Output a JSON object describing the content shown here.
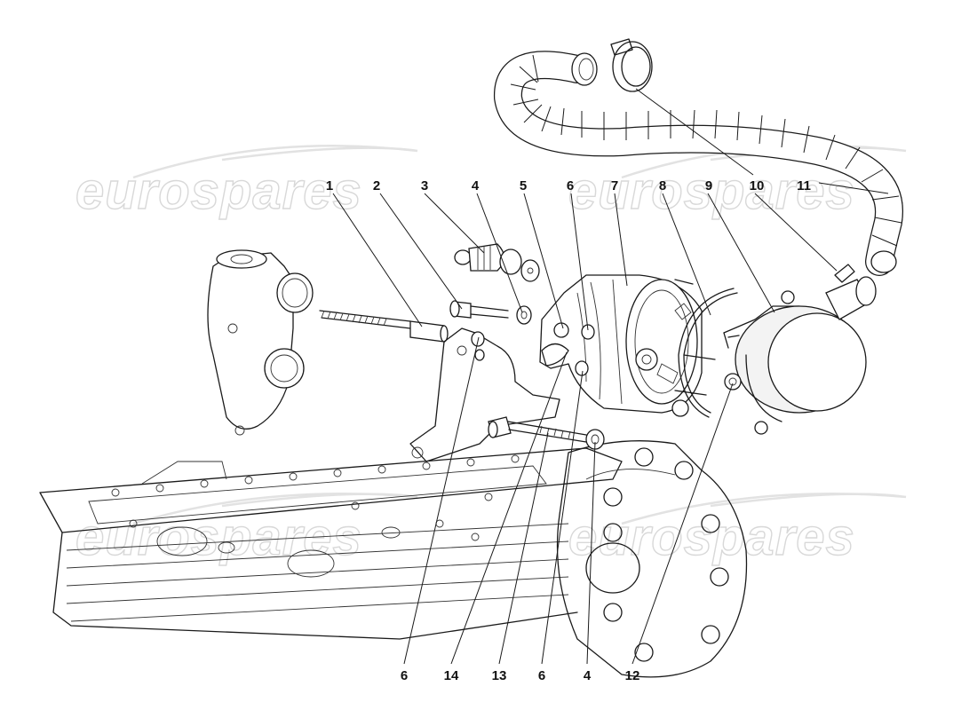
{
  "watermark": {
    "brand": "eurospares"
  },
  "callouts_top": [
    {
      "id": "1",
      "label": "1"
    },
    {
      "id": "2",
      "label": "2"
    },
    {
      "id": "3",
      "label": "3"
    },
    {
      "id": "4",
      "label": "4"
    },
    {
      "id": "5",
      "label": "5"
    },
    {
      "id": "6",
      "label": "6"
    },
    {
      "id": "7",
      "label": "7"
    },
    {
      "id": "8",
      "label": "8"
    },
    {
      "id": "9",
      "label": "9"
    },
    {
      "id": "10",
      "label": "10"
    },
    {
      "id": "11",
      "label": "11"
    }
  ],
  "callouts_bottom": [
    {
      "id": "6a",
      "label": "6"
    },
    {
      "id": "14",
      "label": "14"
    },
    {
      "id": "13",
      "label": "13"
    },
    {
      "id": "6b",
      "label": "6"
    },
    {
      "id": "4b",
      "label": "4"
    },
    {
      "id": "12",
      "label": "12"
    }
  ]
}
